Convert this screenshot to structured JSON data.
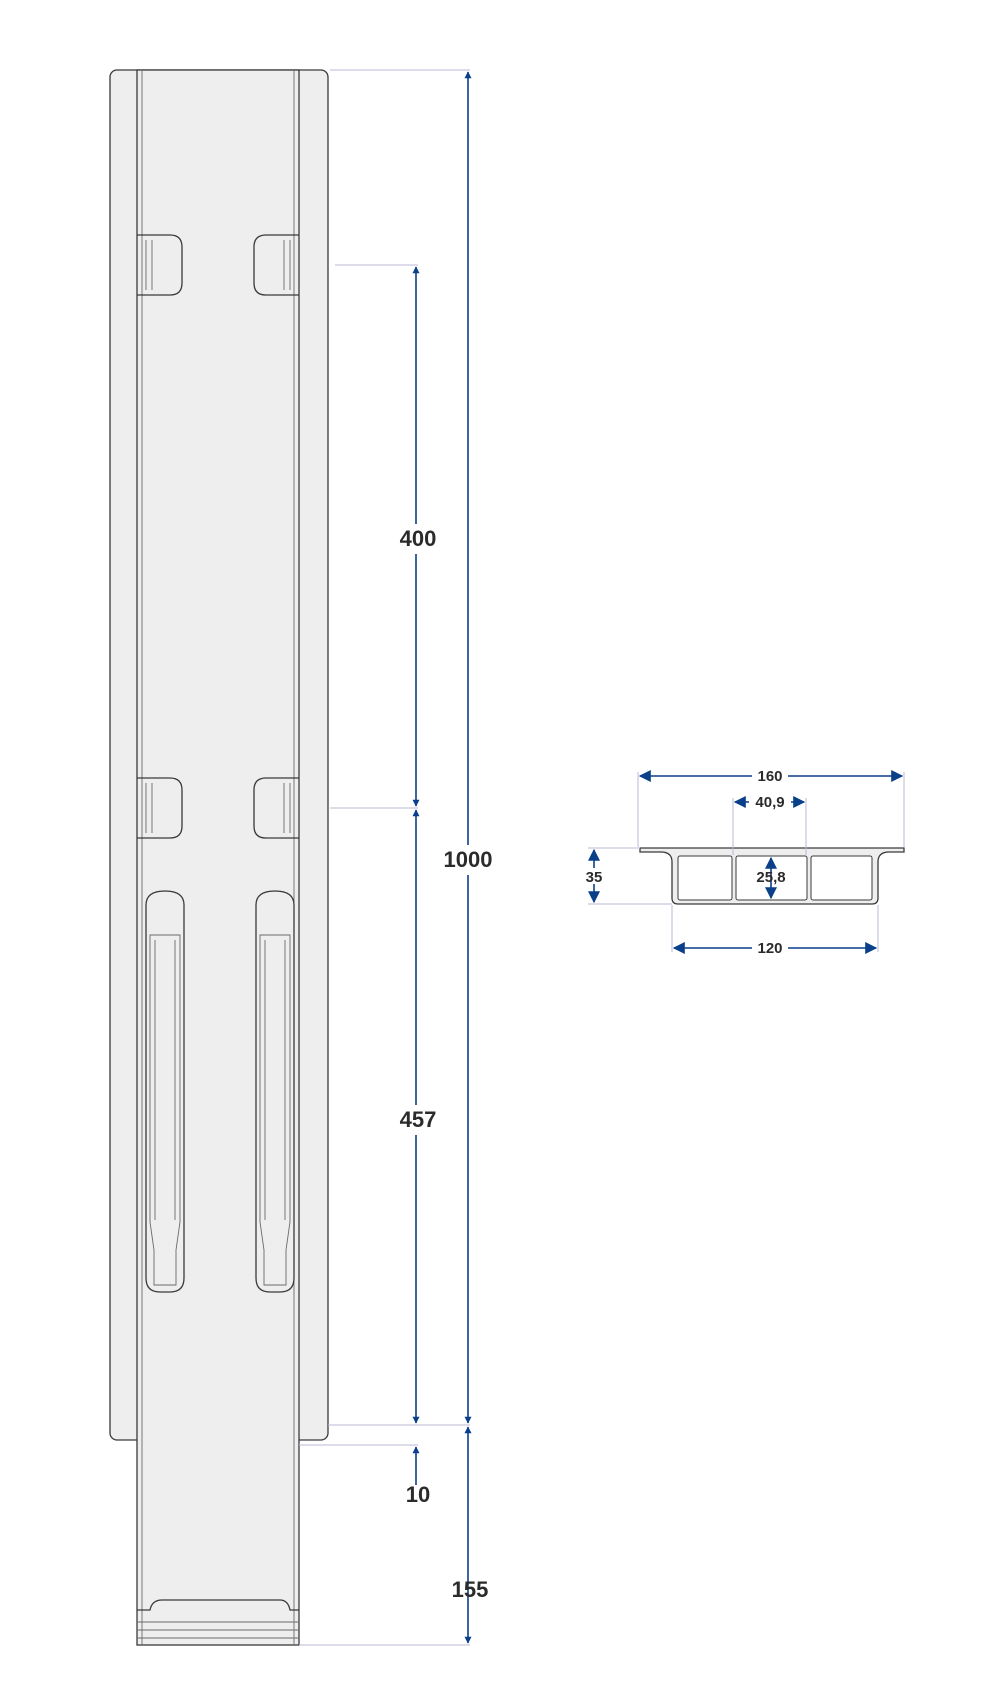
{
  "colors": {
    "dimension_line": "#0a3f8a",
    "extension_line": "#b8b9d6",
    "part_fill": "#eeeeee",
    "part_outline": "#3a3a3a",
    "label_text": "#2b2b2b"
  },
  "dimensions": {
    "front_view": {
      "total_height": "1000",
      "slot_spacing": "400",
      "lower_span": "457",
      "offset": "10",
      "insert_depth": "155"
    },
    "cross_section": {
      "overall_width": "160",
      "channel_width": "40,9",
      "channel_height": "25,8",
      "profile_height": "35",
      "base_width": "120"
    }
  }
}
